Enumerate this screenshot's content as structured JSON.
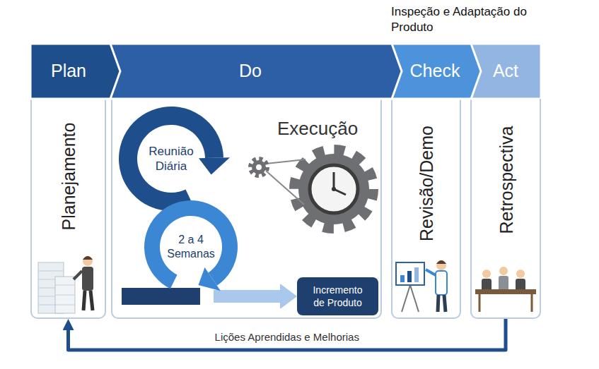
{
  "diagram": {
    "nodes": [
      {
        "text": [
          "Plan"
        ]
      },
      {
        "text": [
          "Do"
        ]
      },
      {
        "text": [
          "Check"
        ]
      },
      {
        "text": [
          "Act"
        ]
      },
      {
        "text": [
          "Planejamento"
        ]
      },
      {
        "text": [
          "Execução"
        ]
      },
      {
        "text": [
          "Reunião Diária"
        ],
        "in": 5
      },
      {
        "text": [
          "2 a 4 Semanas"
        ],
        "in": 5
      },
      {
        "text": [
          "Incremento de Produto"
        ],
        "in": 5
      },
      {
        "text": [
          "Revisão/Demo"
        ]
      },
      {
        "text": [
          "Retrospectiva"
        ]
      }
    ],
    "edges": [
      {
        "from": 7,
        "to": 8,
        "arrow": "to"
      },
      {
        "from": 10,
        "to": 4,
        "arrow": "to",
        "label": "Lições Aprendidas e Melhorias"
      }
    ],
    "labels": [
      "Inspeção e Adaptação do Produto"
    ]
  }
}
